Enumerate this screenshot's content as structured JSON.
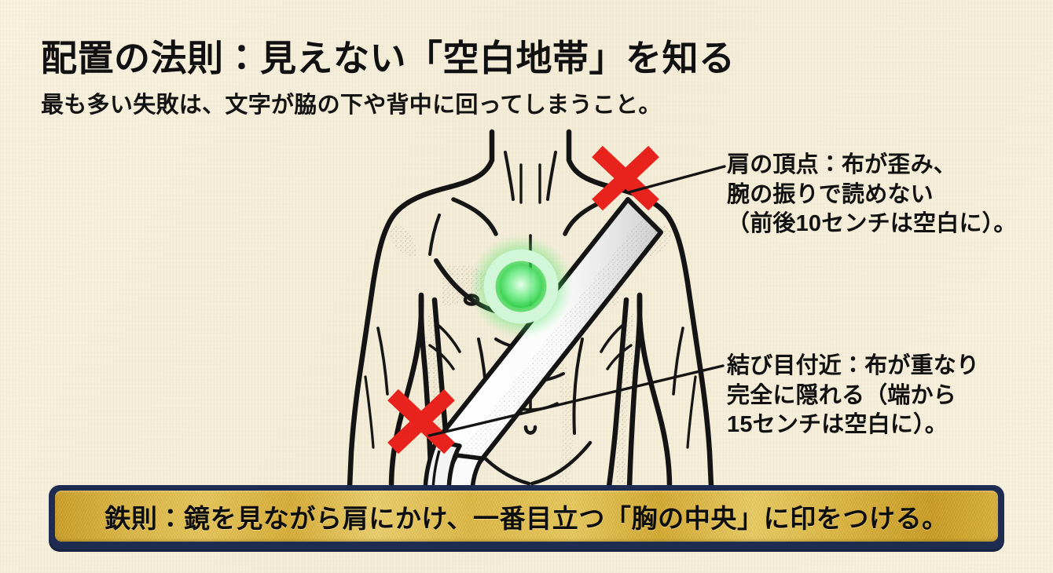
{
  "page": {
    "title": "配置の法則：見えない「空白地帯」を知る",
    "subtitle": "最も多い失敗は、文字が脇の下や背中に回ってしまうこと。",
    "background_color": "#f5efdb"
  },
  "annotations": [
    {
      "name": "shoulder-top",
      "text": "肩の頂点：布が歪み、\n腕の振りで読めない\n（前後10センチは空白に）。",
      "marker": "red-x",
      "marker_color": "#e8221c"
    },
    {
      "name": "near-knot",
      "text": "結び目付近：布が重なり\n完全に隠れる（端から\n15センチは空白に）。",
      "marker": "red-x",
      "marker_color": "#e8221c"
    }
  ],
  "illustration": {
    "name": "torso-with-sash-diagram",
    "subject": "男性の上半身線画",
    "sash": "右肩から左腰へ斜めにかけたたすき（白布）",
    "good_spot": {
      "label": "胸の中央",
      "marker": "green-ring",
      "color": "#22c93f"
    },
    "bad_spots": [
      "肩の頂点",
      "結び目付近"
    ]
  },
  "banner": {
    "text": "鉄則：鏡を見ながら肩にかけ、一番目立つ「胸の中央」に印をつける。",
    "frame_color": "#1d2c50",
    "fill_color": "#d9b341"
  }
}
